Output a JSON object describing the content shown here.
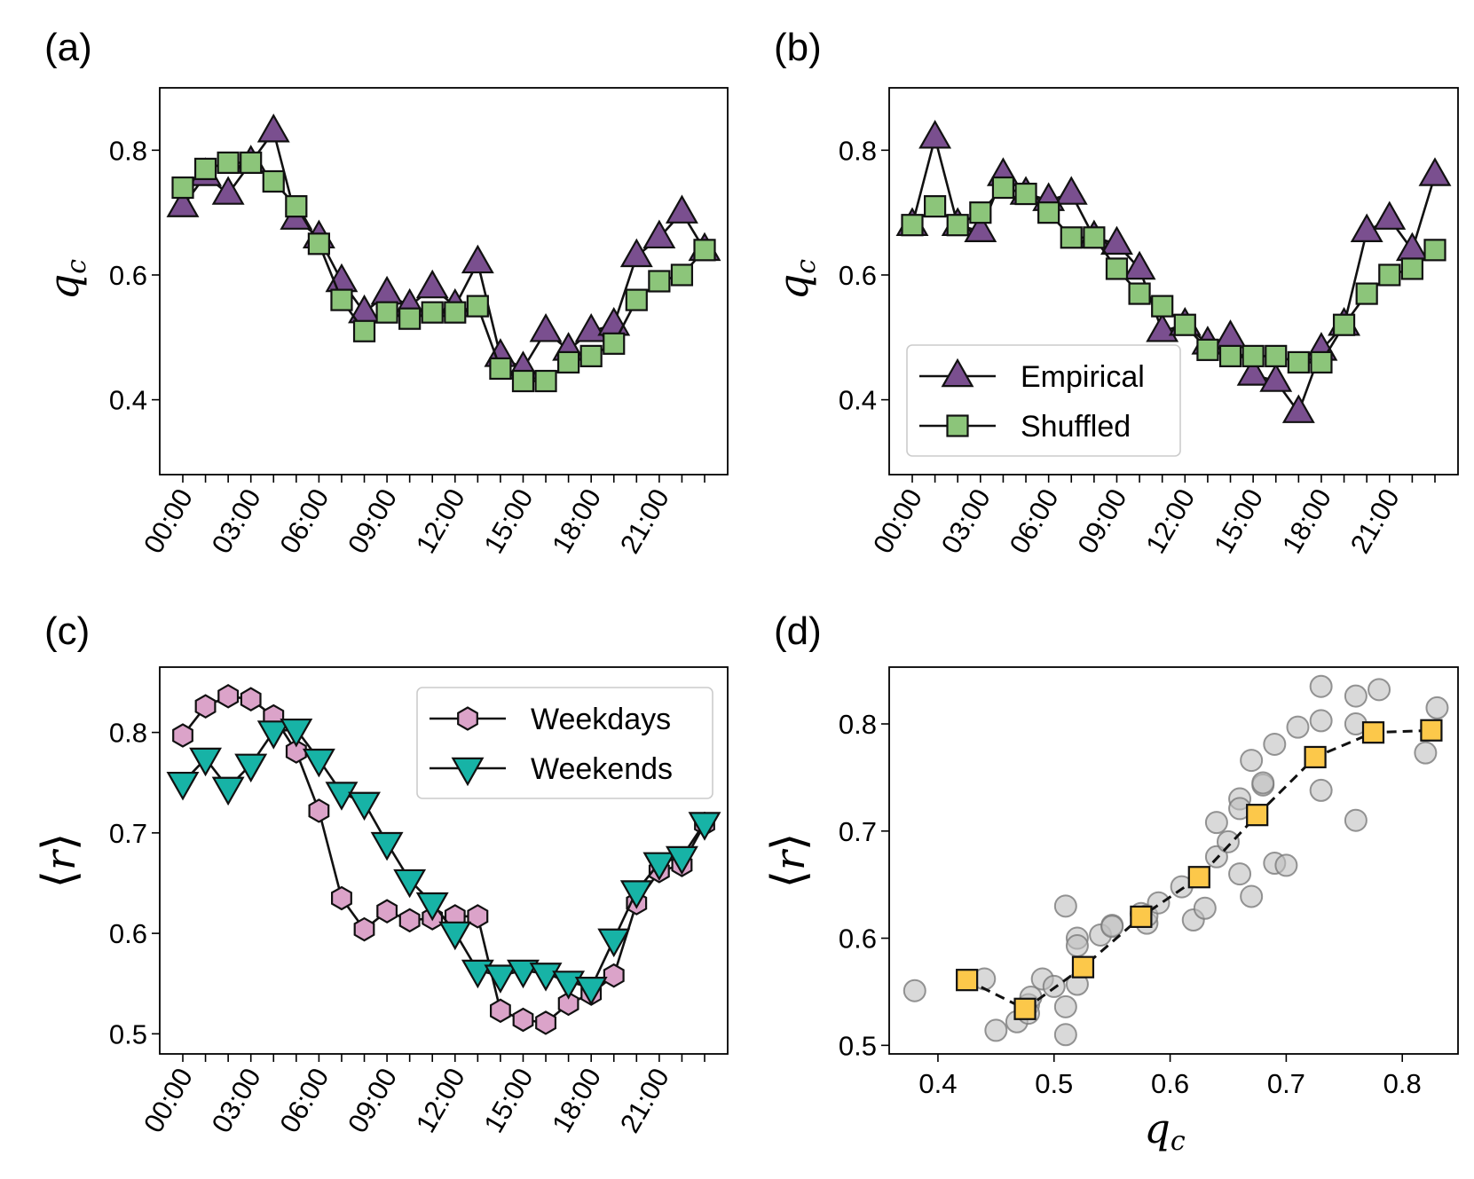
{
  "colors": {
    "empirical": "#7a4f8f",
    "shuffled": "#8cc57a",
    "weekdays": "#dba3c9",
    "weekends": "#17b3a6",
    "scatter": "#c0c0c0",
    "binned": "#fcc84a"
  },
  "chart_data": [
    {
      "panel": "(a)",
      "type": "line",
      "ylabel": "q_c",
      "ylim": [
        0.28,
        0.9
      ],
      "yticks": [
        0.4,
        0.6,
        0.8
      ],
      "x": [
        0,
        1,
        2,
        3,
        4,
        5,
        6,
        7,
        8,
        9,
        10,
        11,
        12,
        13,
        14,
        15,
        16,
        17,
        18,
        19,
        20,
        21,
        22,
        23
      ],
      "xticks": [
        "00:00",
        "03:00",
        "06:00",
        "09:00",
        "12:00",
        "15:00",
        "18:00",
        "21:00"
      ],
      "series": [
        {
          "name": "Empirical",
          "marker": "triangle-up",
          "values": [
            0.71,
            0.76,
            0.73,
            0.78,
            0.83,
            0.69,
            0.66,
            0.59,
            0.54,
            0.57,
            0.55,
            0.58,
            0.55,
            0.62,
            0.47,
            0.45,
            0.51,
            0.48,
            0.51,
            0.52,
            0.63,
            0.66,
            0.7,
            0.64
          ]
        },
        {
          "name": "Shuffled",
          "marker": "square",
          "values": [
            0.74,
            0.77,
            0.78,
            0.78,
            0.75,
            0.71,
            0.65,
            0.56,
            0.51,
            0.54,
            0.53,
            0.54,
            0.54,
            0.55,
            0.45,
            0.43,
            0.43,
            0.46,
            0.47,
            0.49,
            0.56,
            0.59,
            0.6,
            0.64
          ]
        }
      ]
    },
    {
      "panel": "(b)",
      "type": "line",
      "ylabel": "q_c",
      "ylim": [
        0.28,
        0.9
      ],
      "yticks": [
        0.4,
        0.6,
        0.8
      ],
      "x": [
        0,
        1,
        2,
        3,
        4,
        5,
        6,
        7,
        8,
        9,
        10,
        11,
        12,
        13,
        14,
        15,
        16,
        17,
        18,
        19,
        20,
        21,
        22,
        23
      ],
      "xticks": [
        "00:00",
        "03:00",
        "06:00",
        "09:00",
        "12:00",
        "15:00",
        "18:00",
        "21:00"
      ],
      "legend": {
        "position": "lower-left",
        "entries": [
          "Empirical",
          "Shuffled"
        ]
      },
      "series": [
        {
          "name": "Empirical",
          "marker": "triangle-up",
          "values": [
            0.68,
            0.82,
            0.68,
            0.67,
            0.76,
            0.73,
            0.72,
            0.73,
            0.66,
            0.65,
            0.61,
            0.51,
            0.52,
            0.49,
            0.5,
            0.44,
            0.43,
            0.38,
            0.48,
            0.52,
            0.67,
            0.69,
            0.64,
            0.76
          ]
        },
        {
          "name": "Shuffled",
          "marker": "square",
          "values": [
            0.68,
            0.71,
            0.68,
            0.7,
            0.74,
            0.73,
            0.7,
            0.66,
            0.66,
            0.61,
            0.57,
            0.55,
            0.52,
            0.48,
            0.47,
            0.47,
            0.47,
            0.46,
            0.46,
            0.52,
            0.57,
            0.6,
            0.61,
            0.64
          ]
        }
      ]
    },
    {
      "panel": "(c)",
      "type": "line",
      "ylabel": "⟨r⟩",
      "ylim": [
        0.48,
        0.865
      ],
      "yticks": [
        0.5,
        0.6,
        0.7,
        0.8
      ],
      "x": [
        0,
        1,
        2,
        3,
        4,
        5,
        6,
        7,
        8,
        9,
        10,
        11,
        12,
        13,
        14,
        15,
        16,
        17,
        18,
        19,
        20,
        21,
        22,
        23
      ],
      "xticks": [
        "00:00",
        "03:00",
        "06:00",
        "09:00",
        "12:00",
        "15:00",
        "18:00",
        "21:00"
      ],
      "legend": {
        "position": "top-right",
        "entries": [
          "Weekdays",
          "Weekends"
        ]
      },
      "series": [
        {
          "name": "Weekdays",
          "marker": "hexagon",
          "values": [
            0.797,
            0.826,
            0.836,
            0.833,
            0.816,
            0.781,
            0.722,
            0.635,
            0.604,
            0.622,
            0.613,
            0.615,
            0.617,
            0.617,
            0.523,
            0.514,
            0.511,
            0.53,
            0.54,
            0.558,
            0.63,
            0.662,
            0.668,
            0.709
          ]
        },
        {
          "name": "Weekends",
          "marker": "triangle-down",
          "values": [
            0.75,
            0.774,
            0.745,
            0.768,
            0.801,
            0.803,
            0.773,
            0.74,
            0.73,
            0.69,
            0.653,
            0.63,
            0.601,
            0.563,
            0.558,
            0.563,
            0.56,
            0.552,
            0.546,
            0.594,
            0.642,
            0.67,
            0.676,
            0.71
          ]
        }
      ]
    },
    {
      "panel": "(d)",
      "type": "scatter",
      "xlabel": "q_c",
      "ylabel": "⟨r⟩",
      "xlim": [
        0.358,
        0.848
      ],
      "ylim": [
        0.492,
        0.853
      ],
      "xticks": [
        0.4,
        0.5,
        0.6,
        0.7,
        0.8
      ],
      "yticks": [
        0.5,
        0.6,
        0.7,
        0.8
      ],
      "points": [
        [
          0.38,
          0.551
        ],
        [
          0.44,
          0.562
        ],
        [
          0.45,
          0.514
        ],
        [
          0.468,
          0.522
        ],
        [
          0.478,
          0.538
        ],
        [
          0.48,
          0.545
        ],
        [
          0.478,
          0.53
        ],
        [
          0.49,
          0.562
        ],
        [
          0.5,
          0.555
        ],
        [
          0.51,
          0.63
        ],
        [
          0.51,
          0.536
        ],
        [
          0.51,
          0.51
        ],
        [
          0.52,
          0.6
        ],
        [
          0.52,
          0.593
        ],
        [
          0.52,
          0.557
        ],
        [
          0.54,
          0.603
        ],
        [
          0.55,
          0.612
        ],
        [
          0.55,
          0.611
        ],
        [
          0.575,
          0.623
        ],
        [
          0.58,
          0.614
        ],
        [
          0.58,
          0.621
        ],
        [
          0.59,
          0.633
        ],
        [
          0.61,
          0.648
        ],
        [
          0.62,
          0.617
        ],
        [
          0.63,
          0.628
        ],
        [
          0.64,
          0.708
        ],
        [
          0.64,
          0.676
        ],
        [
          0.65,
          0.69
        ],
        [
          0.66,
          0.73
        ],
        [
          0.66,
          0.721
        ],
        [
          0.66,
          0.66
        ],
        [
          0.67,
          0.639
        ],
        [
          0.67,
          0.766
        ],
        [
          0.68,
          0.743
        ],
        [
          0.68,
          0.745
        ],
        [
          0.69,
          0.781
        ],
        [
          0.69,
          0.67
        ],
        [
          0.7,
          0.668
        ],
        [
          0.71,
          0.797
        ],
        [
          0.73,
          0.835
        ],
        [
          0.73,
          0.803
        ],
        [
          0.73,
          0.738
        ],
        [
          0.76,
          0.826
        ],
        [
          0.76,
          0.8
        ],
        [
          0.76,
          0.71
        ],
        [
          0.78,
          0.832
        ],
        [
          0.82,
          0.773
        ],
        [
          0.83,
          0.815
        ]
      ],
      "binned": {
        "x": [
          0.425,
          0.475,
          0.525,
          0.575,
          0.625,
          0.675,
          0.725,
          0.775,
          0.825
        ],
        "y": [
          0.561,
          0.534,
          0.573,
          0.62,
          0.657,
          0.715,
          0.769,
          0.792,
          0.794
        ]
      }
    }
  ]
}
